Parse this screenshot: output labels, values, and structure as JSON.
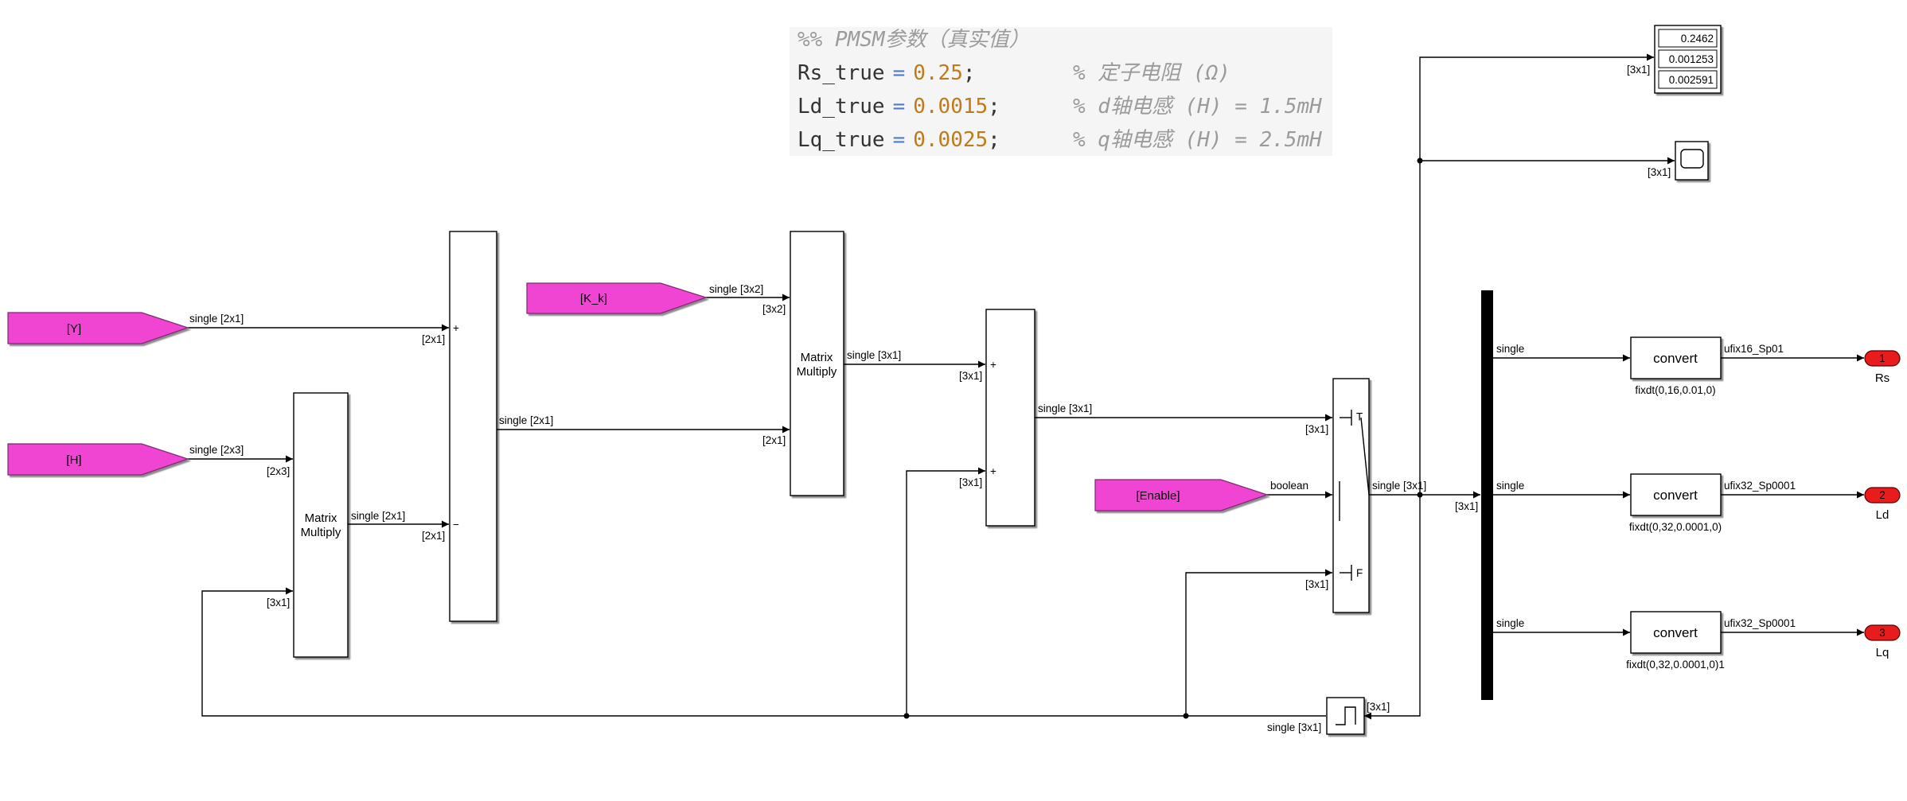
{
  "code": {
    "comment_header": "%% PMSM参数（真实值）",
    "lines": [
      {
        "var": "Rs_true",
        "op": "=",
        "num": "0.25",
        "semi": ";",
        "comment": "% 定子电阻 (Ω)"
      },
      {
        "var": "Ld_true",
        "op": "=",
        "num": "0.0015",
        "semi": ";",
        "comment": "% d轴电感 (H) = 1.5mH"
      },
      {
        "var": "Lq_true",
        "op": "=",
        "num": "0.0025",
        "semi": ";",
        "comment": "% q轴电感 (H) = 2.5mH"
      }
    ]
  },
  "goto_tags": {
    "y": "[Y]",
    "h": "[H]",
    "k_k": "[K_k]",
    "enable": "[Enable]"
  },
  "blocks": {
    "matrix_multiply_1": "Matrix\nMultiply",
    "matrix_multiply_1_line1": "Matrix",
    "matrix_multiply_1_line2": "Multiply",
    "matrix_multiply_2_line1": "Matrix",
    "matrix_multiply_2_line2": "Multiply",
    "sum1_plus": "+",
    "sum1_minus": "−",
    "sum2_plus_top": "+",
    "sum2_plus_bottom": "+",
    "switch_t": "T",
    "switch_f": "F",
    "convert_rs": "convert",
    "convert_ld": "convert",
    "convert_lq": "convert",
    "convert_rs_param": "fixdt(0,16,0.01,0)",
    "convert_ld_param": "fixdt(0,32,0.0001,0)",
    "convert_lq_param": "fixdt(0,32,0.0001,0)1"
  },
  "display_values": [
    "0.2462",
    "0.001253",
    "0.002591"
  ],
  "outports": [
    {
      "num": "1",
      "name": "Rs"
    },
    {
      "num": "2",
      "name": "Ld"
    },
    {
      "num": "3",
      "name": "Lq"
    }
  ],
  "signals": {
    "y_out": "single [2x1]",
    "y_dim": "[2x1]",
    "h_out": "single [2x3]",
    "h_dim": "[2x3]",
    "feedback_dim_mm1": "[3x1]",
    "mm1_out": "single [2x1]",
    "mm1_out_dim": "[2x1]",
    "sum1_out": "single [2x1]",
    "sum1_out_dim": "[2x1]",
    "kk_out": "single [3x2]",
    "kk_dim": "[3x2]",
    "mm2_out": "single [3x1]",
    "mm2_out_dim": "[3x1]",
    "feedback_dim_sum2": "[3x1]",
    "sum2_out": "single [3x1]",
    "sum2_out_dim": "[3x1]",
    "enable_out": "boolean",
    "switch_f_dim": "[3x1]",
    "switch_out": "single [3x1]",
    "demux_in_dim": "[3x1]",
    "display_dim": "[3x1]",
    "scope_dim": "[3x1]",
    "delay_in_dim": "[3x1]",
    "delay_out": "single [3x1]",
    "demux_out_1": "single",
    "demux_out_2": "single",
    "demux_out_3": "single",
    "convert_out_rs": "ufix16_Sp01",
    "convert_out_ld": "ufix32_Sp0001",
    "convert_out_lq": "ufix32_Sp0001"
  }
}
